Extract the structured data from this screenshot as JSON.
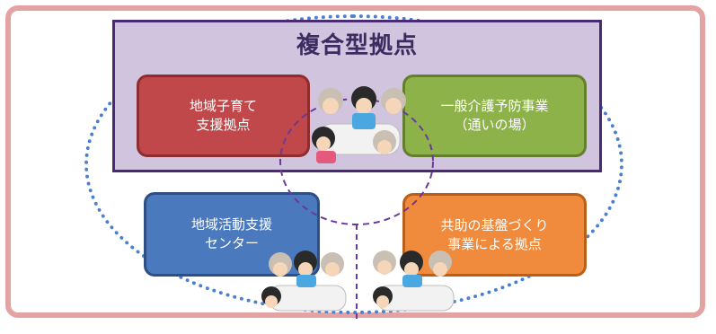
{
  "hub": {
    "title": "複合型拠点"
  },
  "boxes": {
    "red": {
      "line1": "地域子育て",
      "line2": "支援拠点"
    },
    "green": {
      "line1": "一般介護予防事業",
      "line2": "（通いの場）"
    },
    "blue": {
      "line1": "地域活動支援",
      "line2": "センター"
    },
    "orange": {
      "line1": "共助の基盤づくり",
      "line2": "事業による拠点"
    }
  },
  "colors": {
    "frame": "#e3a3a3",
    "ellipse": "#4a7fd0",
    "hub_fill": "#d0c4df",
    "hub_border": "#4a2a72",
    "red": "#c0474a",
    "green": "#8db24a",
    "blue": "#4b79bd",
    "orange": "#f08a3c"
  }
}
